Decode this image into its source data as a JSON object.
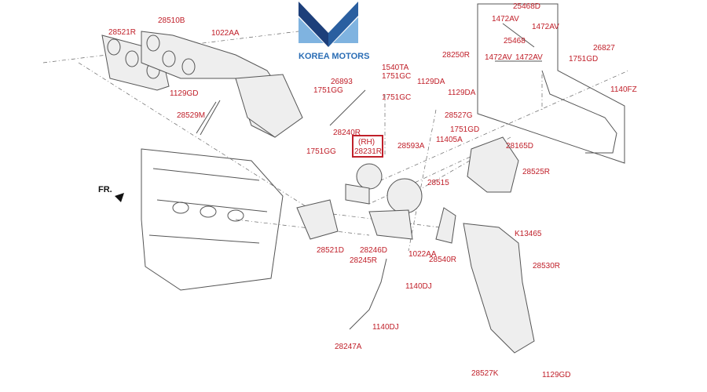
{
  "logo": {
    "text": "KOREA MOTORS",
    "colors": {
      "dark": "#1d3f7a",
      "light": "#7fb3e0"
    }
  },
  "front_marker": "FR.",
  "highlight": {
    "line1": "(RH)",
    "line2": "28231R",
    "color": "#c0202a"
  },
  "label_color": "#c0202a",
  "labels": {
    "l28521R": "28521R",
    "l28510B": "28510B",
    "l1022AA_top": "1022AA",
    "l1129GD_top": "1129GD",
    "l28529M": "28529M",
    "l26893": "26893",
    "l1751GG_a": "1751GG",
    "l28240R": "28240R",
    "l1751GG_b": "1751GG",
    "l1540TA": "1540TA",
    "l1751GC_a": "1751GC",
    "l1751GC_b": "1751GC",
    "l1129DA_a": "1129DA",
    "l1129DA_b": "1129DA",
    "l28527G": "28527G",
    "l1751GD_a": "1751GD",
    "l28593A": "28593A",
    "l11405A": "11405A",
    "l28165D": "28165D",
    "l28525R": "28525R",
    "l28250R": "28250R",
    "l25468D": "25468D",
    "l1472AV_a": "1472AV",
    "l1472AV_b": "1472AV",
    "l25468": "25468",
    "l1472AV_c": "1472AV",
    "l1472AV_d": "1472AV",
    "l26827": "26827",
    "l1751GD_b": "1751GD",
    "l1140FZ": "1140FZ",
    "l28515": "28515",
    "lK13465": "K13465",
    "l28530R": "28530R",
    "l28521D": "28521D",
    "l28246D": "28246D",
    "l28245R": "28245R",
    "l1022AA_bot": "1022AA",
    "l28540R": "28540R",
    "l1140DJ_a": "1140DJ",
    "l1140DJ_b": "1140DJ",
    "l28247A": "28247A",
    "l28527K": "28527K",
    "l1129GD_bot": "1129GD"
  }
}
